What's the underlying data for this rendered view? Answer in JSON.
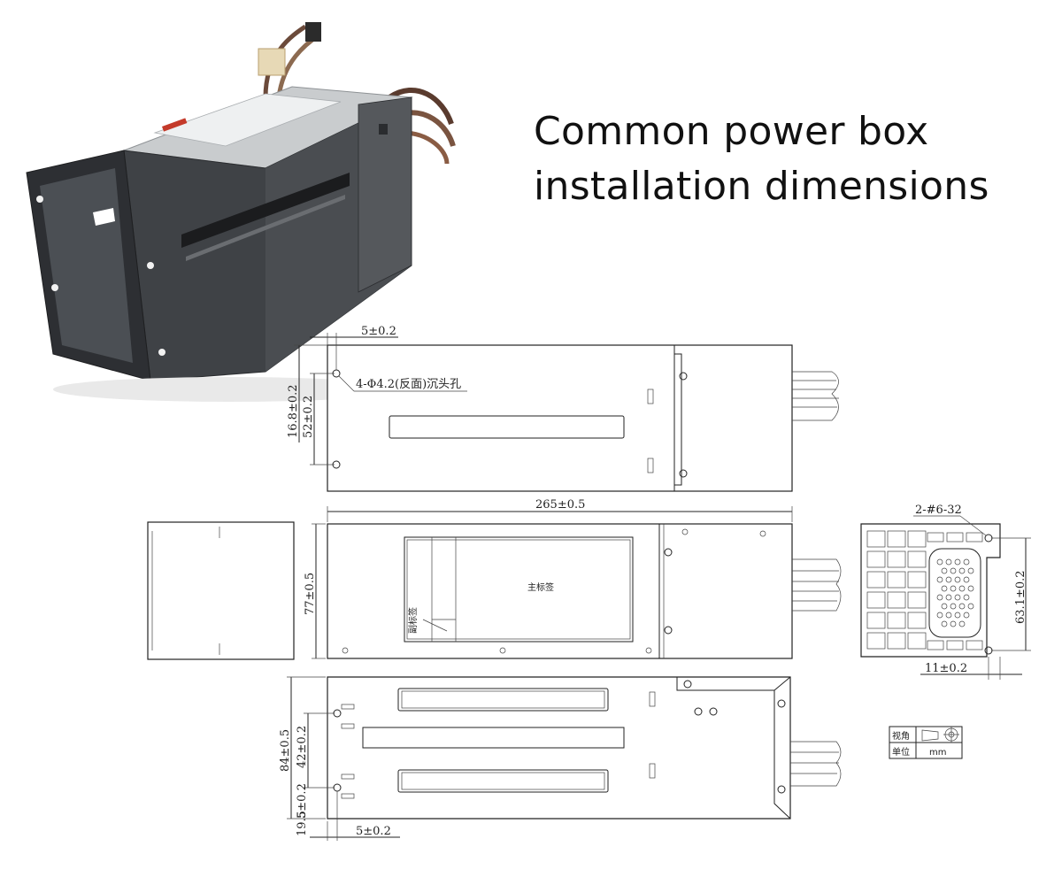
{
  "title": {
    "line1": "Common power box",
    "line2": "installation dimensions"
  },
  "top_view": {
    "dim_offset": "5±0.2",
    "dim_hole_a": "16.8±0.2",
    "dim_hole_b": "52±0.2",
    "hole_note": "4-Φ4.2(反面)沉头孔"
  },
  "side_view": {
    "dim_length": "265±0.5",
    "dim_height": "77±0.5",
    "main_label": "主标签",
    "sub_label": "副标签"
  },
  "end_view": {
    "screw_note": "2-#6-32",
    "dim_width": "63.1±0.2",
    "dim_offset": "11±0.2"
  },
  "bottom_view": {
    "dim_total": "84±0.5",
    "dim_a": "42±0.2",
    "dim_b": "5±0.2",
    "dim_c": "19.5",
    "dim_offset": "5±0.2"
  },
  "legend": {
    "view_label": "视角",
    "unit_label": "单位",
    "unit_value": "mm"
  },
  "icons": {
    "photo": "power-supply-photo",
    "projection": "projection-symbol-icon"
  }
}
